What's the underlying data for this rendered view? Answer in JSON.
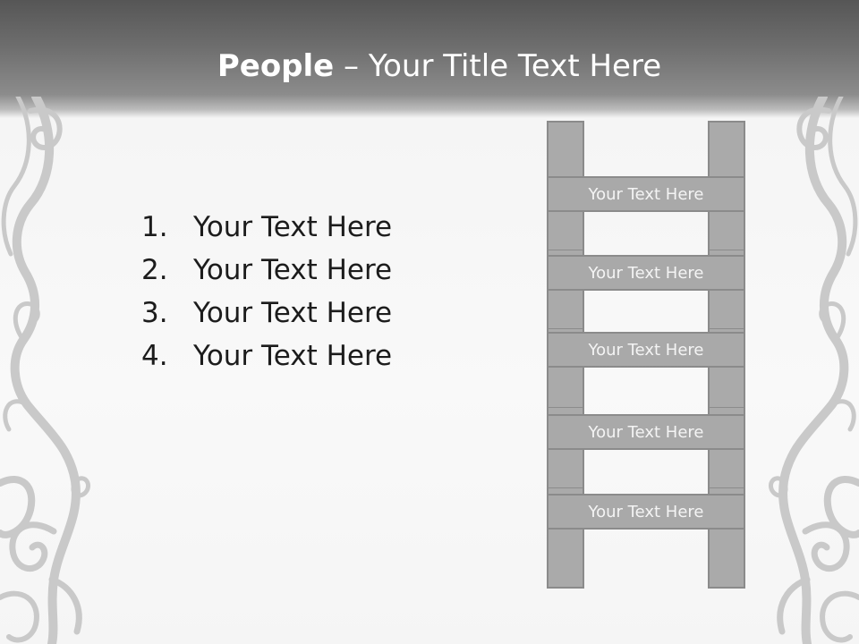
{
  "title": {
    "bold": "People",
    "dash": " – ",
    "rest": "Your Title Text Here"
  },
  "list": {
    "items": [
      {
        "number": "1.",
        "text": "Your Text Here"
      },
      {
        "number": "2.",
        "text": "Your Text Here"
      },
      {
        "number": "3.",
        "text": "Your Text Here"
      },
      {
        "number": "4.",
        "text": "Your Text Here"
      }
    ]
  },
  "ladder": {
    "rungs": [
      {
        "label": "Your Text Here"
      },
      {
        "label": "Your Text Here"
      },
      {
        "label": "Your Text Here"
      },
      {
        "label": "Your Text Here"
      },
      {
        "label": "Your Text Here"
      }
    ]
  },
  "colors": {
    "header_dark": "#565656",
    "ladder_fill": "#a9a9a9",
    "ladder_border": "#8b8b8b",
    "ornament": "#c9c9c9"
  }
}
